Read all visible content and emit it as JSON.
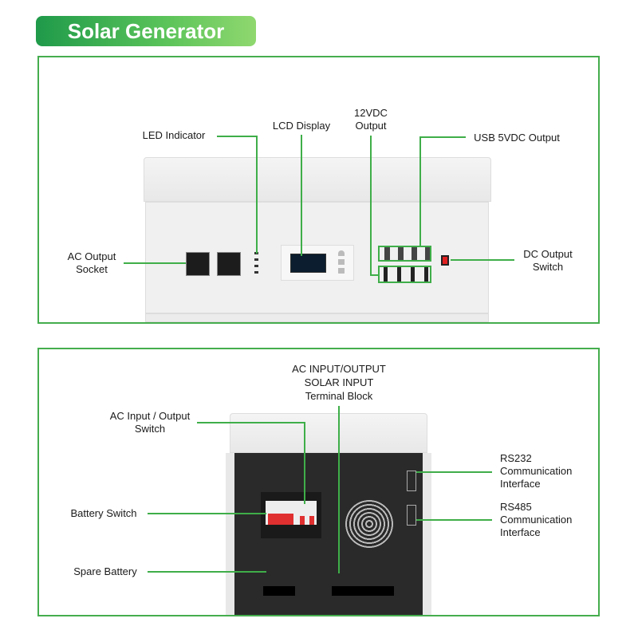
{
  "title": "Solar Generator",
  "front": {
    "led_indicator": "LED Indicator",
    "lcd_display": "LCD Display",
    "dc12_output": [
      "12VDC",
      "Output"
    ],
    "usb_output": "USB 5VDC Output",
    "ac_output_socket": [
      "AC Output",
      "Socket"
    ],
    "dc_output_switch": [
      "DC Output",
      "Switch"
    ]
  },
  "rear": {
    "terminal_block": [
      "AC INPUT/OUTPUT",
      "SOLAR INPUT",
      "Terminal Block"
    ],
    "ac_switch": [
      "AC Input / Output",
      "Switch"
    ],
    "battery_switch": "Battery Switch",
    "spare_battery": "Spare Battery",
    "rs232": [
      "RS232",
      "Communication",
      "Interface"
    ],
    "rs485": [
      "RS485",
      "Communication",
      "Interface"
    ]
  },
  "colors": {
    "accent": "#3fae49"
  }
}
